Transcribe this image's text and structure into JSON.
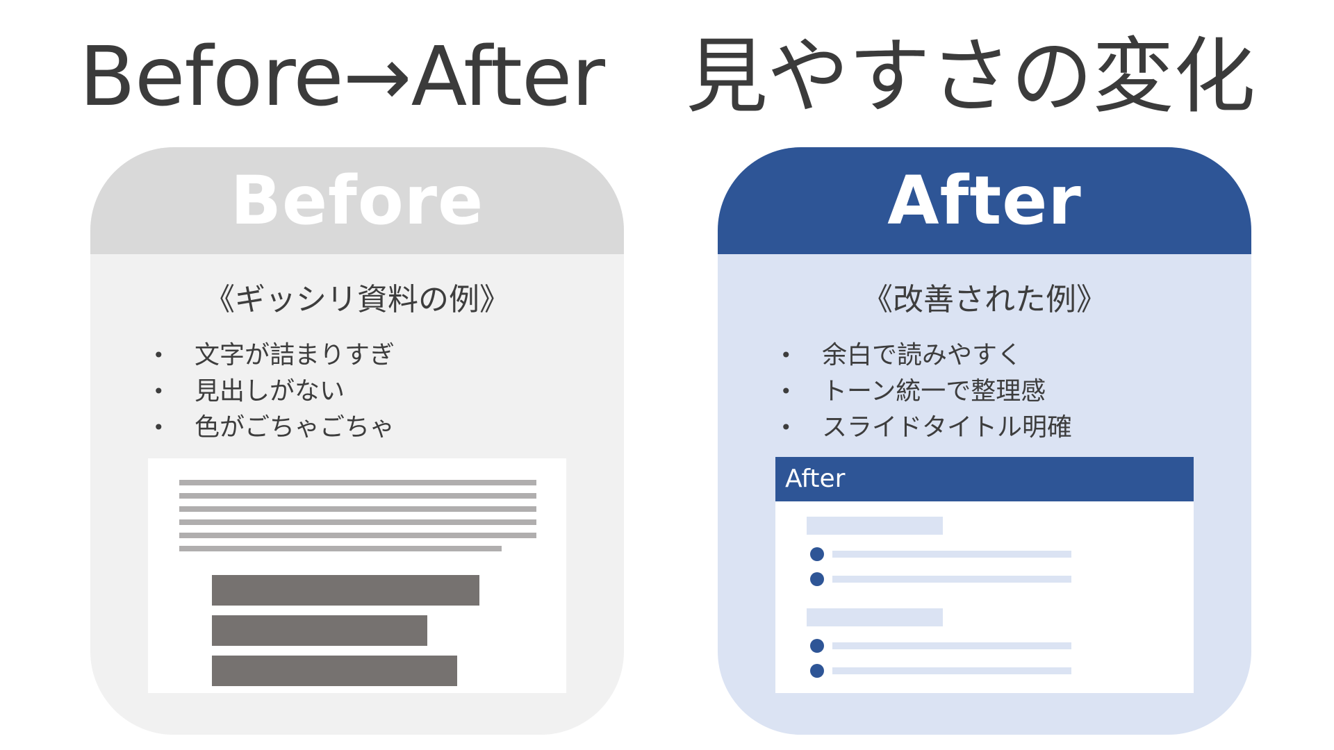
{
  "title": "Before→After　見やすさの変化",
  "before": {
    "header": "Before",
    "subtitle": "《ギッシリ資料の例》",
    "bullets": [
      "文字が詰まりすぎ",
      "見出しがない",
      "色がごちゃごちゃ"
    ],
    "colors": {
      "header": "#d9d9d9",
      "body": "#f1f1f1",
      "text_lines": "#b0aeae",
      "blocks": "#767270"
    }
  },
  "after": {
    "header": "After",
    "subtitle": "《改善された例》",
    "bullets": [
      "余白で読みやすく",
      "トーン統一で整理感",
      "スライドタイトル明確"
    ],
    "mock_title": "After",
    "colors": {
      "header": "#2e5596",
      "body": "#dbe3f3"
    }
  }
}
